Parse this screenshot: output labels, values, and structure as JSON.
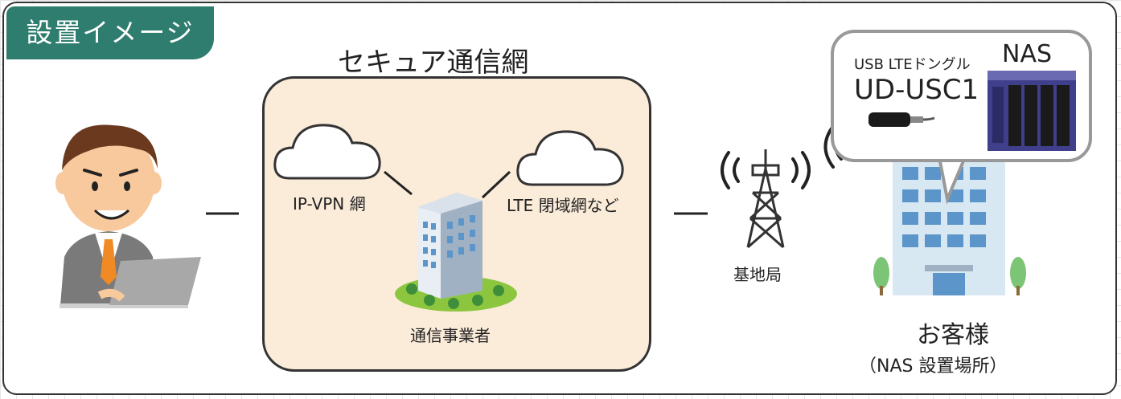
{
  "title": "設置イメージ",
  "network": {
    "title": "セキュア通信網",
    "cloud_left": "IP-VPN 網",
    "cloud_right": "LTE 閉域網など",
    "carrier": "通信事業者"
  },
  "base_station": "基地局",
  "bubble": {
    "dongle_label": "USB LTEドングル",
    "dongle_model": "UD-USC1",
    "nas_label": "NAS"
  },
  "customer": {
    "label": "お客様",
    "sublabel": "（NAS 設置場所）"
  },
  "colors": {
    "tab": "#2e7d6e",
    "network_fill": "#fbebd9",
    "building": "#5b95c9",
    "tree": "#7cc576",
    "nas": "#3f3f8c"
  }
}
